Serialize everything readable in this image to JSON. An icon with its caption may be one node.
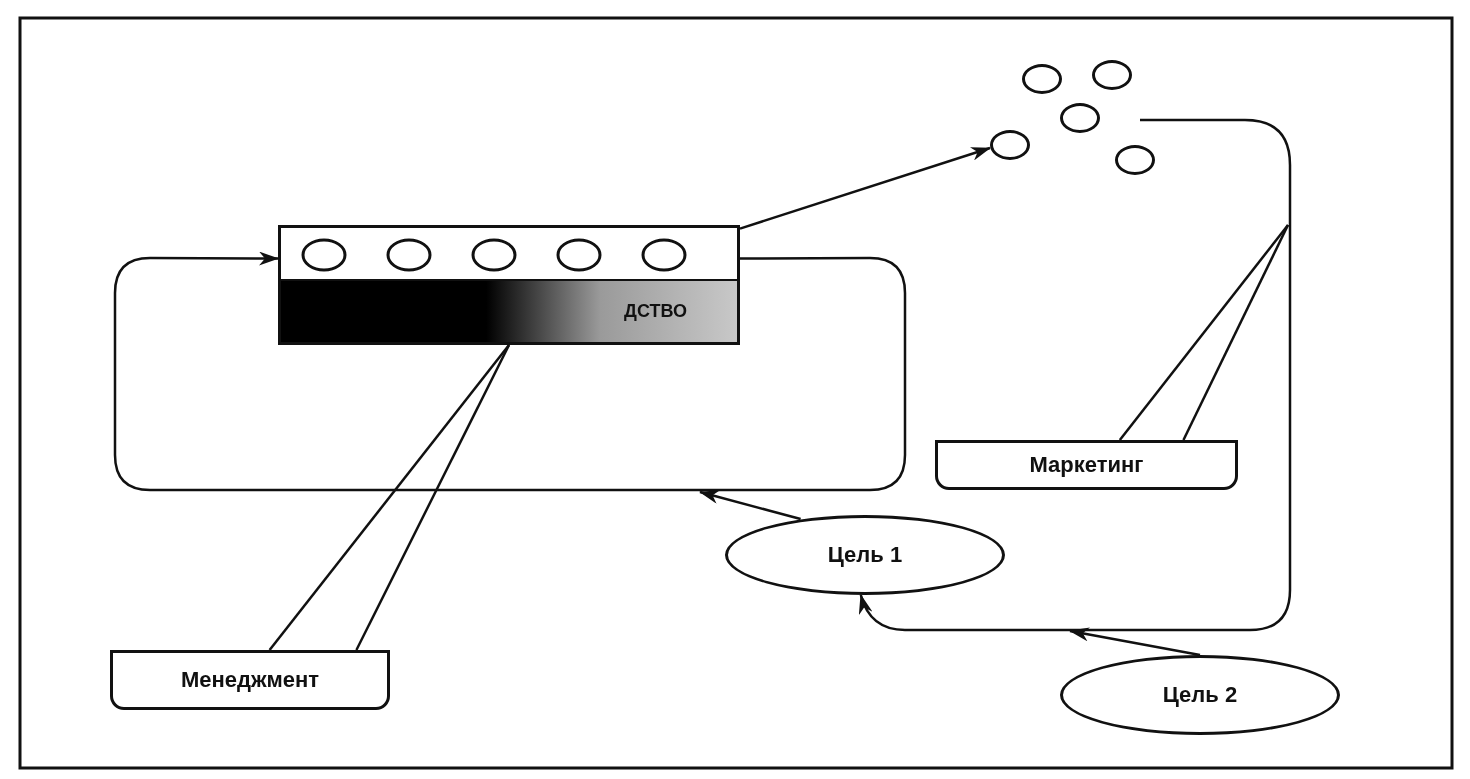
{
  "diagram": {
    "nodes": [
      {
        "text": [
          "ДСТВО"
        ]
      },
      {
        "text": [],
        "shape": "circle"
      },
      {
        "text": [],
        "shape": "circle"
      },
      {
        "text": [],
        "shape": "circle"
      },
      {
        "text": [],
        "shape": "circle"
      },
      {
        "text": [],
        "shape": "circle"
      },
      {
        "text": [
          "Маркетинг"
        ]
      },
      {
        "text": [
          "Цель 1"
        ]
      },
      {
        "text": [
          "Менеджмент"
        ]
      },
      {
        "text": [
          "Цель 2"
        ]
      }
    ],
    "edges": [
      {
        "from": 0,
        "to": 1,
        "arrow": "to"
      },
      {
        "from": 0,
        "to": 0,
        "arrow": "to"
      },
      {
        "from": null,
        "to": 7,
        "arrow": "to"
      },
      {
        "from": 7,
        "to": null,
        "arrow": "to"
      },
      {
        "from": 9,
        "to": null,
        "arrow": "to"
      },
      {
        "from": 6,
        "to": null,
        "arrow": "none"
      },
      {
        "from": 6,
        "to": null,
        "arrow": "none"
      },
      {
        "from": 8,
        "to": 0,
        "arrow": "none"
      },
      {
        "from": 8,
        "to": 0,
        "arrow": "none"
      }
    ]
  }
}
